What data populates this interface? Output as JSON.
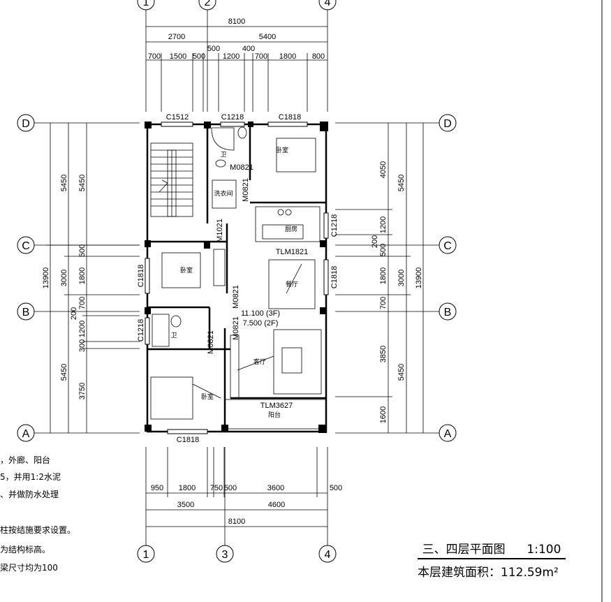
{
  "plan": {
    "title": "三、四层平面图",
    "scale": "1:100",
    "area_text": "本层建筑面积：112.59m²"
  },
  "axes": {
    "top": [
      "1",
      "2",
      "4"
    ],
    "bottom": [
      "1",
      "3",
      "4"
    ],
    "left": [
      "D",
      "C",
      "B",
      "A"
    ],
    "right": [
      "D",
      "C",
      "B",
      "A"
    ]
  },
  "dims": {
    "top_total": "8100",
    "top_2700": "2700",
    "top_5400": "5400",
    "top_700a": "700",
    "top_1500": "1500",
    "top_500a": "500",
    "top_500b": "500",
    "top_1200": "1200",
    "top_400": "400",
    "top_700b": "700",
    "top_1800": "1800",
    "top_800": "800",
    "bot_950": "950",
    "bot_1800": "1800",
    "bot_750": "750",
    "bot_500a": "500",
    "bot_3600": "3600",
    "bot_500b": "500",
    "bot_3500": "3500",
    "bot_4600": "4600",
    "bot_total": "8100",
    "left_5450a": "5450",
    "left_5450b": "5450",
    "left_13900": "13900",
    "left_3000": "3000",
    "left_500": "500",
    "left_1800": "1800",
    "left_700": "700",
    "left_200": "200",
    "left_1200": "1200",
    "left_300": "300",
    "left_5450c": "5450",
    "left_3750": "3750",
    "right_4050": "4050",
    "right_5450a": "5450",
    "right_1200": "1200",
    "right_200": "200",
    "right_500": "500",
    "right_1800": "1800",
    "right_3000": "3000",
    "right_13900": "13900",
    "right_700": "700",
    "right_3850": "3850",
    "right_5450b": "5450",
    "right_1600": "1600"
  },
  "windows": {
    "c1512": "C1512",
    "c1218_top": "C1218",
    "c1818_top": "C1818",
    "c1818_left": "C1818",
    "c1218_left": "C1218",
    "c1218_right": "C1218",
    "c1818_right": "C1818",
    "c1818_bottom": "C1818"
  },
  "doors": {
    "m0821_bath": "M0821",
    "m0821_bed": "M0821",
    "m1021": "M1021",
    "tlm1821": "TLM1821",
    "m0821_mid": "M0821",
    "m0821_b": "M0821",
    "m0821_c": "M0821",
    "tlm3627": "TLM3627"
  },
  "rooms": {
    "wei_top": "卫",
    "bedroom_ne": "卧室",
    "laundry": "洗衣间",
    "kitchen": "厨房",
    "bedroom_w": "卧室",
    "dining": "餐厅",
    "wei_mid": "卫",
    "living": "客厅",
    "bedroom_sw": "卧室",
    "balcony": "阳台"
  },
  "elevations": {
    "line1": "11.100  (3F)",
    "line2": "7.500  (2F)"
  },
  "notes": [
    "，外廊、阳台",
    "5，并用1:2水泥",
    "、并做防水处理",
    "柱按结施要求设置。",
    "为结构标高。",
    "梁尺寸均为100"
  ]
}
